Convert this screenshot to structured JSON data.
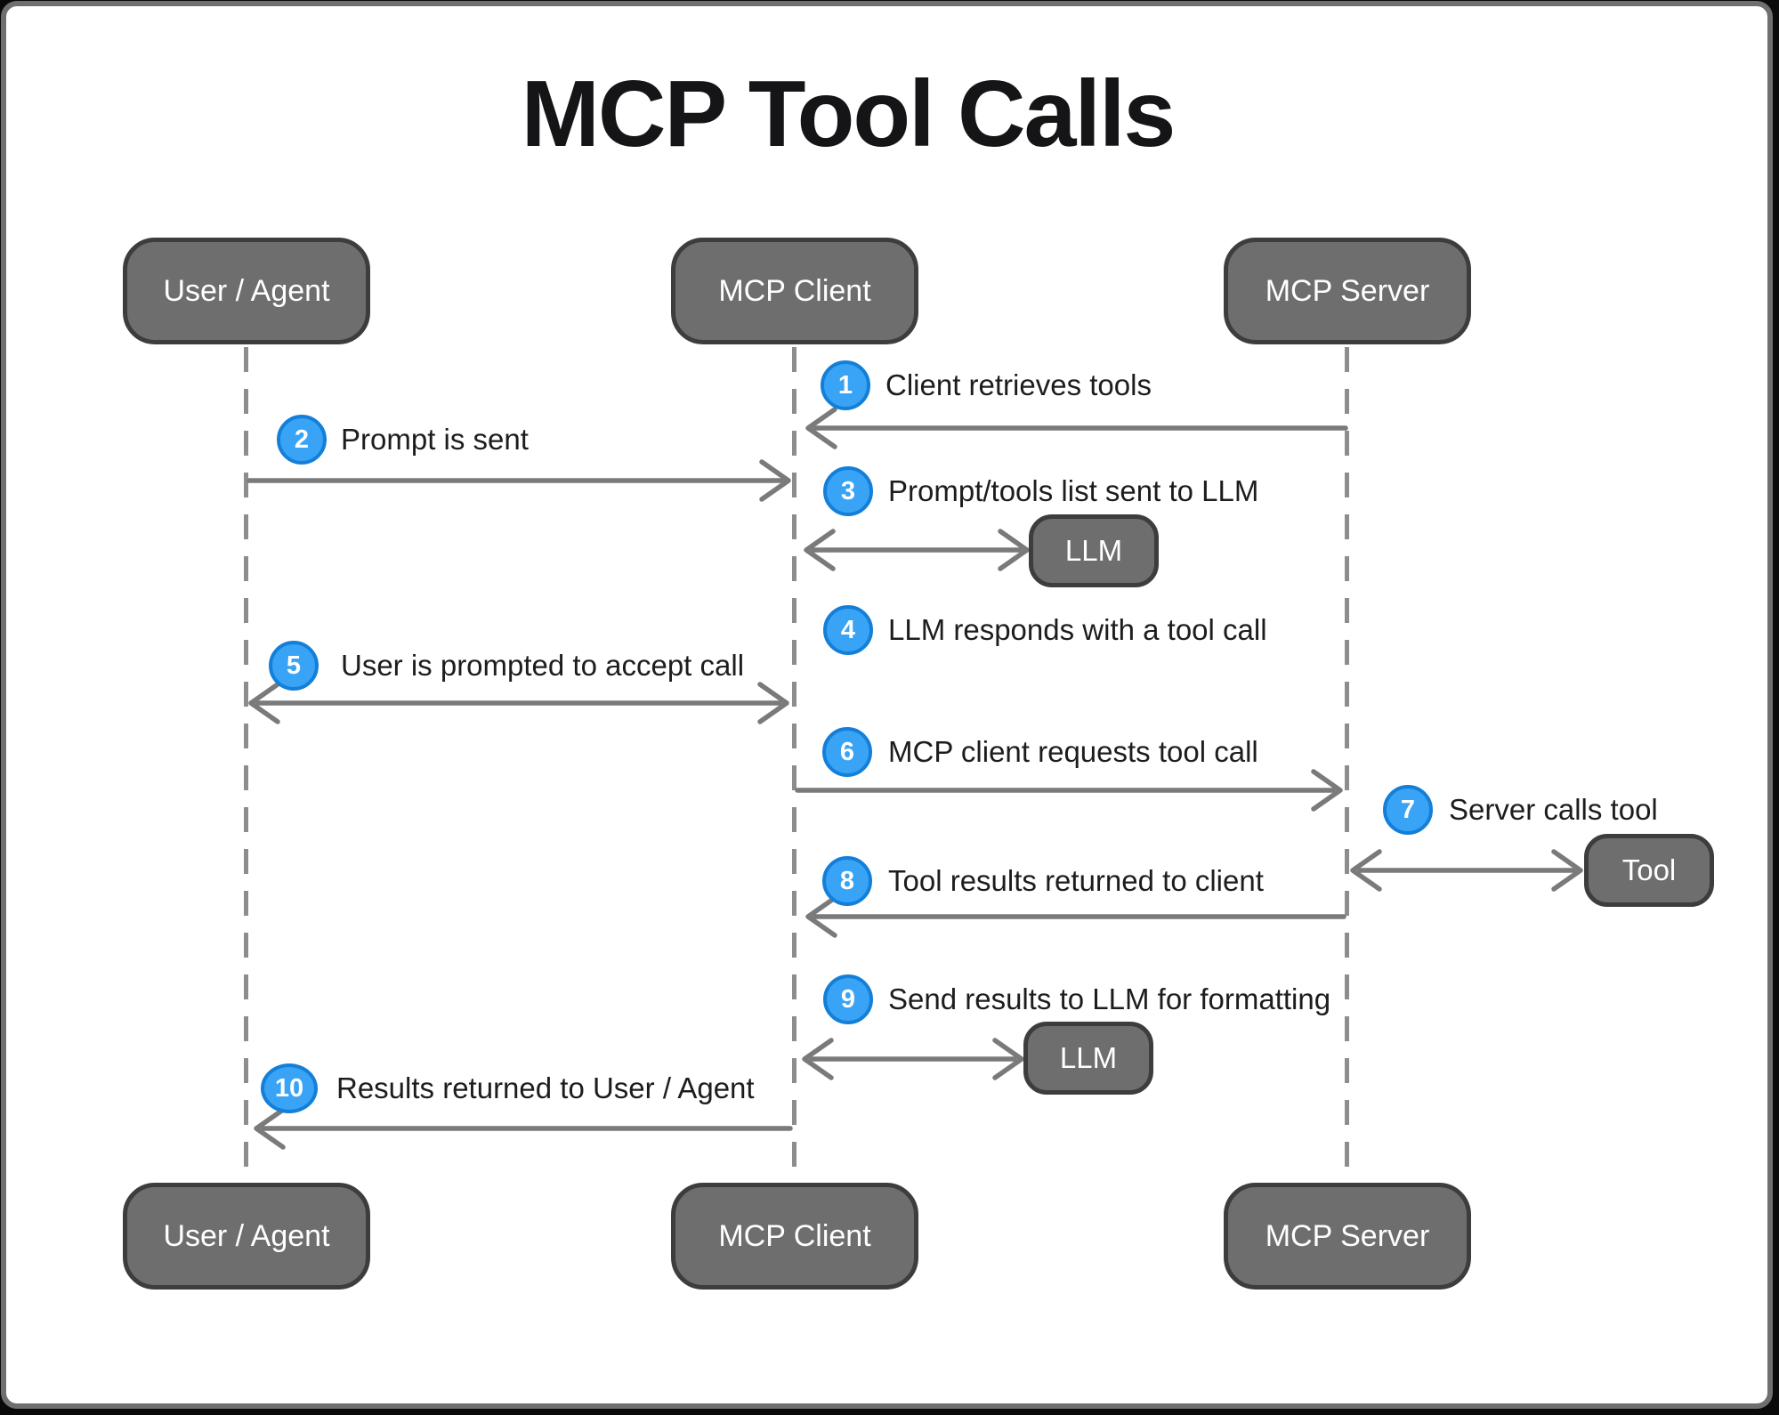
{
  "title": "MCP Tool Calls",
  "actors": {
    "top": [
      {
        "label": "User / Agent"
      },
      {
        "label": "MCP Client"
      },
      {
        "label": "MCP Server"
      }
    ],
    "bottom": [
      {
        "label": "User / Agent"
      },
      {
        "label": "MCP Client"
      },
      {
        "label": "MCP Server"
      }
    ]
  },
  "nodes": {
    "llm_top": {
      "label": "LLM"
    },
    "tool": {
      "label": "Tool"
    },
    "llm_bottom": {
      "label": "LLM"
    }
  },
  "steps": [
    {
      "num": "1",
      "label": "Client retrieves tools"
    },
    {
      "num": "2",
      "label": "Prompt is sent"
    },
    {
      "num": "3",
      "label": "Prompt/tools list sent to LLM"
    },
    {
      "num": "4",
      "label": "LLM responds with a tool call"
    },
    {
      "num": "5",
      "label": "User is prompted to accept call"
    },
    {
      "num": "6",
      "label": "MCP client requests tool call"
    },
    {
      "num": "7",
      "label": "Server calls tool"
    },
    {
      "num": "8",
      "label": "Tool results returned to client"
    },
    {
      "num": "9",
      "label": "Send results to LLM for formatting"
    },
    {
      "num": "10",
      "label": "Results returned to User / Agent"
    }
  ],
  "colors": {
    "badge_fill": "#39a4f5",
    "badge_ring": "#137fd8",
    "box_fill": "#6e6e6e",
    "box_border": "#3d3d3d",
    "arrow": "#7a7a7a",
    "lifeline": "#8d8d8d",
    "label_text": "#1d1d1f",
    "background": "#ffffff",
    "canvas_border": "#6f6f6f"
  }
}
